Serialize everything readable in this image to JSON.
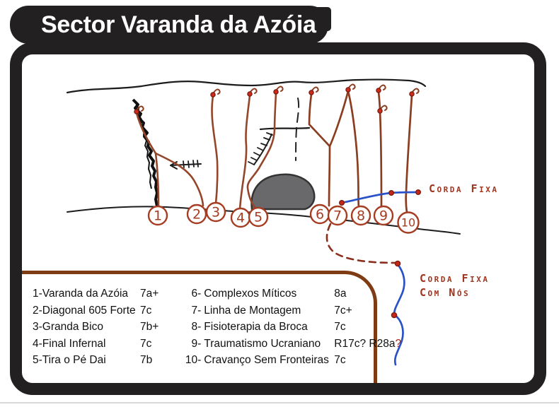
{
  "title": "Sector Varanda da Azóia",
  "legend": {
    "left": [
      {
        "label": "1-Varanda da Azóia",
        "grade": "7a+"
      },
      {
        "label": "2-Diagonal 605 Forte",
        "grade": "7c"
      },
      {
        "label": "3-Granda Bico",
        "grade": "7b+"
      },
      {
        "label": "4-Final Infernal",
        "grade": "7c"
      },
      {
        "label": "5-Tira o Pé Dai",
        "grade": "7b"
      }
    ],
    "right": [
      {
        "num": "6-",
        "name": "Complexos Míticos",
        "grade": "8a",
        "grade_red": ""
      },
      {
        "num": "7-",
        "name": "Linha de Montagem",
        "grade": "7c+",
        "grade_red": ""
      },
      {
        "num": "8-",
        "name": "Fisioterapia da Broca",
        "grade": "7c",
        "grade_red": ""
      },
      {
        "num": "9-",
        "name": "Traumatismo Ucraniano",
        "grade": "R17c? R28a",
        "grade_red": "?"
      },
      {
        "num": "10-",
        "name": "Cravanço Sem Fronteiras",
        "grade": "7c",
        "grade_red": ""
      }
    ]
  },
  "diagram": {
    "circles": [
      "1",
      "2",
      "3",
      "4",
      "5",
      "6",
      "7",
      "8",
      "9",
      "10"
    ],
    "labels": {
      "corda_fixa": "Corda Fixa",
      "corda_fixa_com_nos_1": "Corda Fixa",
      "corda_fixa_com_nos_2": "Com Nós"
    }
  },
  "colors": {
    "frame_black": "#232021",
    "route_brown": "#94452a",
    "circle_red": "#a63c22",
    "rope_blue": "#2a52c8",
    "label_red": "#a03520",
    "legend_border_brown": "#7f3c14",
    "boulder_gray": "#69696b"
  }
}
